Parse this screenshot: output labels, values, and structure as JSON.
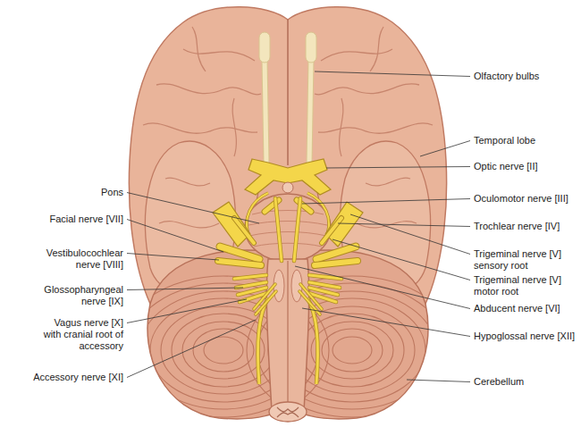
{
  "diagram": {
    "labels": [
      "Olfactory bulbs",
      "Temporal lobe",
      "Optic nerve [II]",
      "Oculomotor nerve [III]",
      "Trochlear nerve [IV]",
      "Trigeminal nerve [V] sensory root",
      "Trigeminal nerve [V] motor root",
      "Abducent nerve [VI]",
      "Hypoglossal nerve [XII]",
      "Cerebellum",
      "Pons",
      "Facial nerve [VII]",
      "Vestibulocochlear nerve [VIII]",
      "Glossopharyngeal nerve [IX]",
      "Vagus nerve [X] with cranial root of accessory",
      "Accessory nerve [XI]"
    ]
  }
}
